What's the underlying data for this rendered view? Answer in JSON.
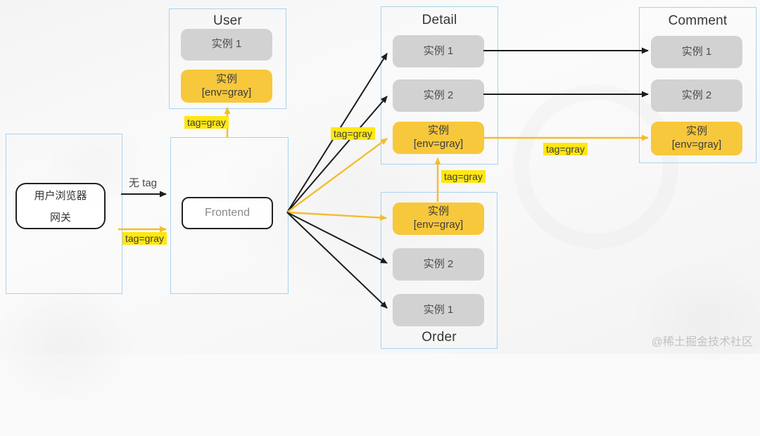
{
  "page": {
    "watermark": "@稀土掘金技术社区"
  },
  "gateway": {
    "line1": "用户浏览器",
    "line2": "网关"
  },
  "frontend": {
    "label": "Frontend"
  },
  "labels": {
    "no_tag": "无 tag",
    "tag_gray_gateway": "tag=gray",
    "tag_gray_user": "tag=gray",
    "tag_gray_detail": "tag=gray",
    "tag_gray_order_detail": "tag=gray",
    "tag_gray_comment": "tag=gray"
  },
  "services": {
    "user": {
      "title": "User",
      "instances": [
        {
          "label": "实例 1",
          "type": "normal"
        },
        {
          "label": "实例",
          "sub": "[env=gray]",
          "type": "gray-env"
        }
      ]
    },
    "detail": {
      "title": "Detail",
      "instances": [
        {
          "label": "实例 1",
          "type": "normal"
        },
        {
          "label": "实例 2",
          "type": "normal"
        },
        {
          "label": "实例",
          "sub": "[env=gray]",
          "type": "gray-env"
        }
      ]
    },
    "order": {
      "title": "Order",
      "instances": [
        {
          "label": "实例",
          "sub": "[env=gray]",
          "type": "gray-env"
        },
        {
          "label": "实例 2",
          "type": "normal"
        },
        {
          "label": "实例 1",
          "type": "normal"
        }
      ]
    },
    "comment": {
      "title": "Comment",
      "instances": [
        {
          "label": "实例 1",
          "type": "normal"
        },
        {
          "label": "实例 2",
          "type": "normal"
        },
        {
          "label": "实例",
          "sub": "[env=gray]",
          "type": "gray-env"
        }
      ]
    }
  },
  "colors": {
    "instance_gray": "#D2D2D2",
    "instance_yellow": "#F7C83C",
    "label_highlight": "#FFE712",
    "container_border": "#A8D3EE",
    "arrow_black": "#1C1C1C",
    "arrow_yellow": "#F2BE2E"
  }
}
